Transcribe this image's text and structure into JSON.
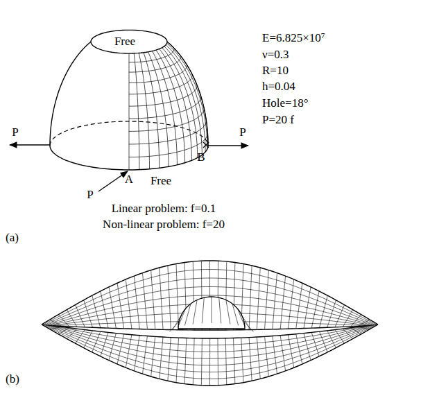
{
  "diagram": {
    "labels": [
      "Free",
      "E=6.825×10⁷",
      "ν=0.3",
      "R=10",
      "h=0.04",
      "Hole=18°",
      "P=20 f",
      "P",
      "P",
      "B",
      "A",
      "P",
      "Free",
      "(a)",
      "Linear problem: f=0.1",
      "Non-linear problem: f=20",
      "(b)"
    ]
  }
}
